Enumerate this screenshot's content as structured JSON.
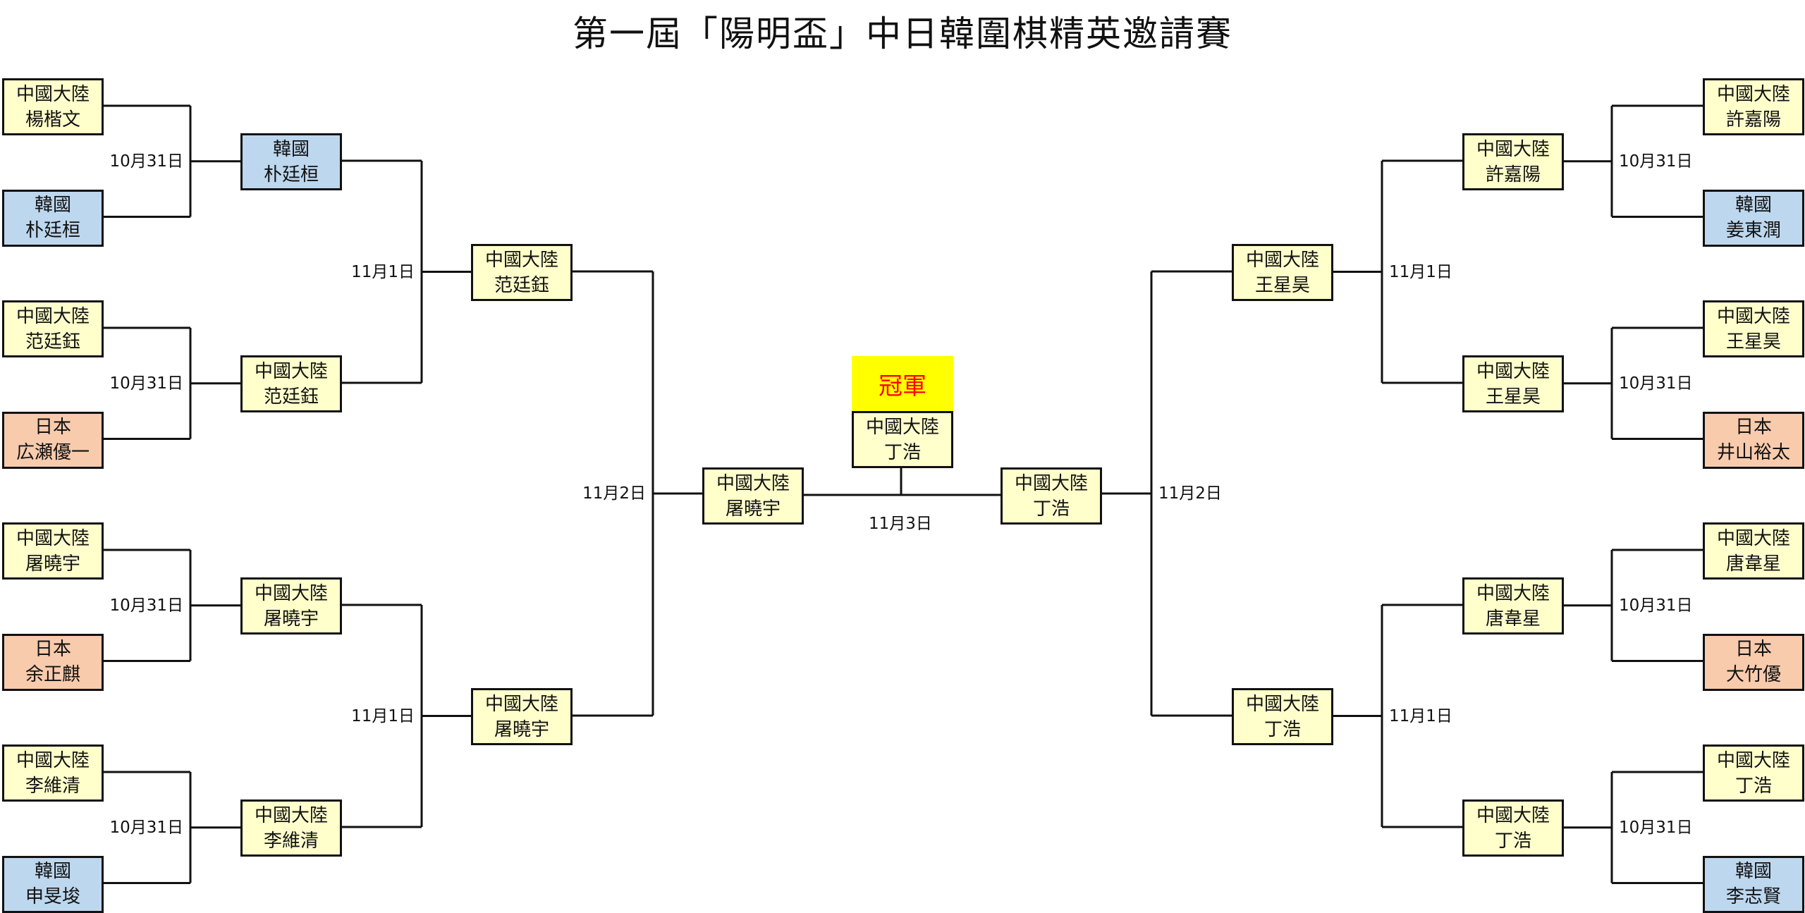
{
  "title": "第一屆「陽明盃」中日韓圍棋精英邀請賽",
  "champion_label": "冠軍",
  "colors": {
    "中國大陸": "#FFFFCC",
    "韓國": "#BDD7EE",
    "日本": "#F8CBAD",
    "champion_banner": "#FFFF00",
    "champion_text": "#FF0000"
  },
  "left": {
    "r1": [
      {
        "region": "中國大陸",
        "name": "楊楷文"
      },
      {
        "region": "韓國",
        "name": "朴廷桓"
      },
      {
        "region": "中國大陸",
        "name": "范廷鈺"
      },
      {
        "region": "日本",
        "name": "広瀬優一"
      },
      {
        "region": "中國大陸",
        "name": "屠曉宇"
      },
      {
        "region": "日本",
        "name": "余正麒"
      },
      {
        "region": "中國大陸",
        "name": "李維清"
      },
      {
        "region": "韓國",
        "name": "申旻埈"
      }
    ],
    "r2": [
      {
        "region": "韓國",
        "name": "朴廷桓"
      },
      {
        "region": "中國大陸",
        "name": "范廷鈺"
      },
      {
        "region": "中國大陸",
        "name": "屠曉宇"
      },
      {
        "region": "中國大陸",
        "name": "李維清"
      }
    ],
    "r3": [
      {
        "region": "中國大陸",
        "name": "范廷鈺"
      },
      {
        "region": "中國大陸",
        "name": "屠曉宇"
      }
    ],
    "r4": [
      {
        "region": "中國大陸",
        "name": "屠曉宇"
      }
    ],
    "dates": {
      "r1": [
        "10月31日",
        "10月31日",
        "10月31日",
        "10月31日"
      ],
      "r2": [
        "11月1日",
        "11月1日"
      ],
      "r3": [
        "11月2日"
      ]
    }
  },
  "right": {
    "r1": [
      {
        "region": "中國大陸",
        "name": "許嘉陽"
      },
      {
        "region": "韓國",
        "name": "姜東潤"
      },
      {
        "region": "中國大陸",
        "name": "王星昊"
      },
      {
        "region": "日本",
        "name": "井山裕太"
      },
      {
        "region": "中國大陸",
        "name": "唐韋星"
      },
      {
        "region": "日本",
        "name": "大竹優"
      },
      {
        "region": "中國大陸",
        "name": "丁浩"
      },
      {
        "region": "韓國",
        "name": "李志賢"
      }
    ],
    "r2": [
      {
        "region": "中國大陸",
        "name": "許嘉陽"
      },
      {
        "region": "中國大陸",
        "name": "王星昊"
      },
      {
        "region": "中國大陸",
        "name": "唐韋星"
      },
      {
        "region": "中國大陸",
        "name": "丁浩"
      }
    ],
    "r3": [
      {
        "region": "中國大陸",
        "name": "王星昊"
      },
      {
        "region": "中國大陸",
        "name": "丁浩"
      }
    ],
    "r4": [
      {
        "region": "中國大陸",
        "name": "丁浩"
      }
    ],
    "dates": {
      "r1": [
        "10月31日",
        "10月31日",
        "10月31日",
        "10月31日"
      ],
      "r2": [
        "11月1日",
        "11月1日"
      ],
      "r3": [
        "11月2日"
      ]
    }
  },
  "final": {
    "date": "11月3日",
    "champion": {
      "region": "中國大陸",
      "name": "丁浩"
    }
  }
}
